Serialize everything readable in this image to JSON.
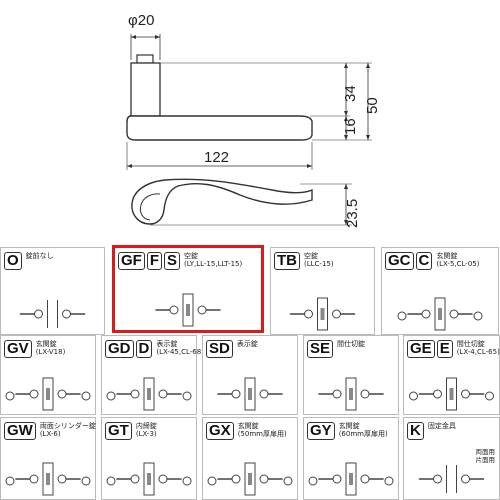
{
  "dimensions": {
    "phi20": "φ20",
    "d34": "34",
    "d50": "50",
    "d16": "16",
    "d122": "122",
    "d23_5": "23.5"
  },
  "cards": [
    {
      "codes": [
        "O"
      ],
      "desc1": "錠前なし",
      "desc2": ""
    },
    {
      "codes": [
        "GF",
        "F",
        "S"
      ],
      "desc1": "空錠",
      "desc2": "(LY,LL-15,LLT-15)"
    },
    {
      "codes": [
        "TB"
      ],
      "desc1": "空錠",
      "desc2": "(LLC-15)"
    },
    {
      "codes": [
        "GC",
        "C"
      ],
      "desc1": "玄関錠",
      "desc2": "(LX-5,CL-05)"
    },
    {
      "codes": [
        "GV"
      ],
      "desc1": "玄関錠",
      "desc2": "(LX-V18)"
    },
    {
      "codes": [
        "GD",
        "D"
      ],
      "desc1": "表示錠",
      "desc2": "(LX-45,CL-68)"
    },
    {
      "codes": [
        "SD"
      ],
      "desc1": "表示錠",
      "desc2": ""
    },
    {
      "codes": [
        "SE"
      ],
      "desc1": "間仕切錠",
      "desc2": ""
    },
    {
      "codes": [
        "GE",
        "E"
      ],
      "desc1": "間仕切錠",
      "desc2": "(LX-4,CL-65)"
    },
    {
      "codes": [
        "GW"
      ],
      "desc1": "両面シリンダー錠",
      "desc2": "(LX-6)"
    },
    {
      "codes": [
        "GT"
      ],
      "desc1": "内締錠",
      "desc2": "(LX-3)"
    },
    {
      "codes": [
        "GX"
      ],
      "desc1": "玄関錠",
      "desc2": "(50mm厚扉用)"
    },
    {
      "codes": [
        "GY"
      ],
      "desc1": "玄関錠",
      "desc2": "(60mm厚扉用)"
    },
    {
      "codes": [
        "K"
      ],
      "desc1": "固定金具",
      "desc2": "",
      "note1": "両面用",
      "note2": "片面用"
    }
  ],
  "selected_index": 1
}
